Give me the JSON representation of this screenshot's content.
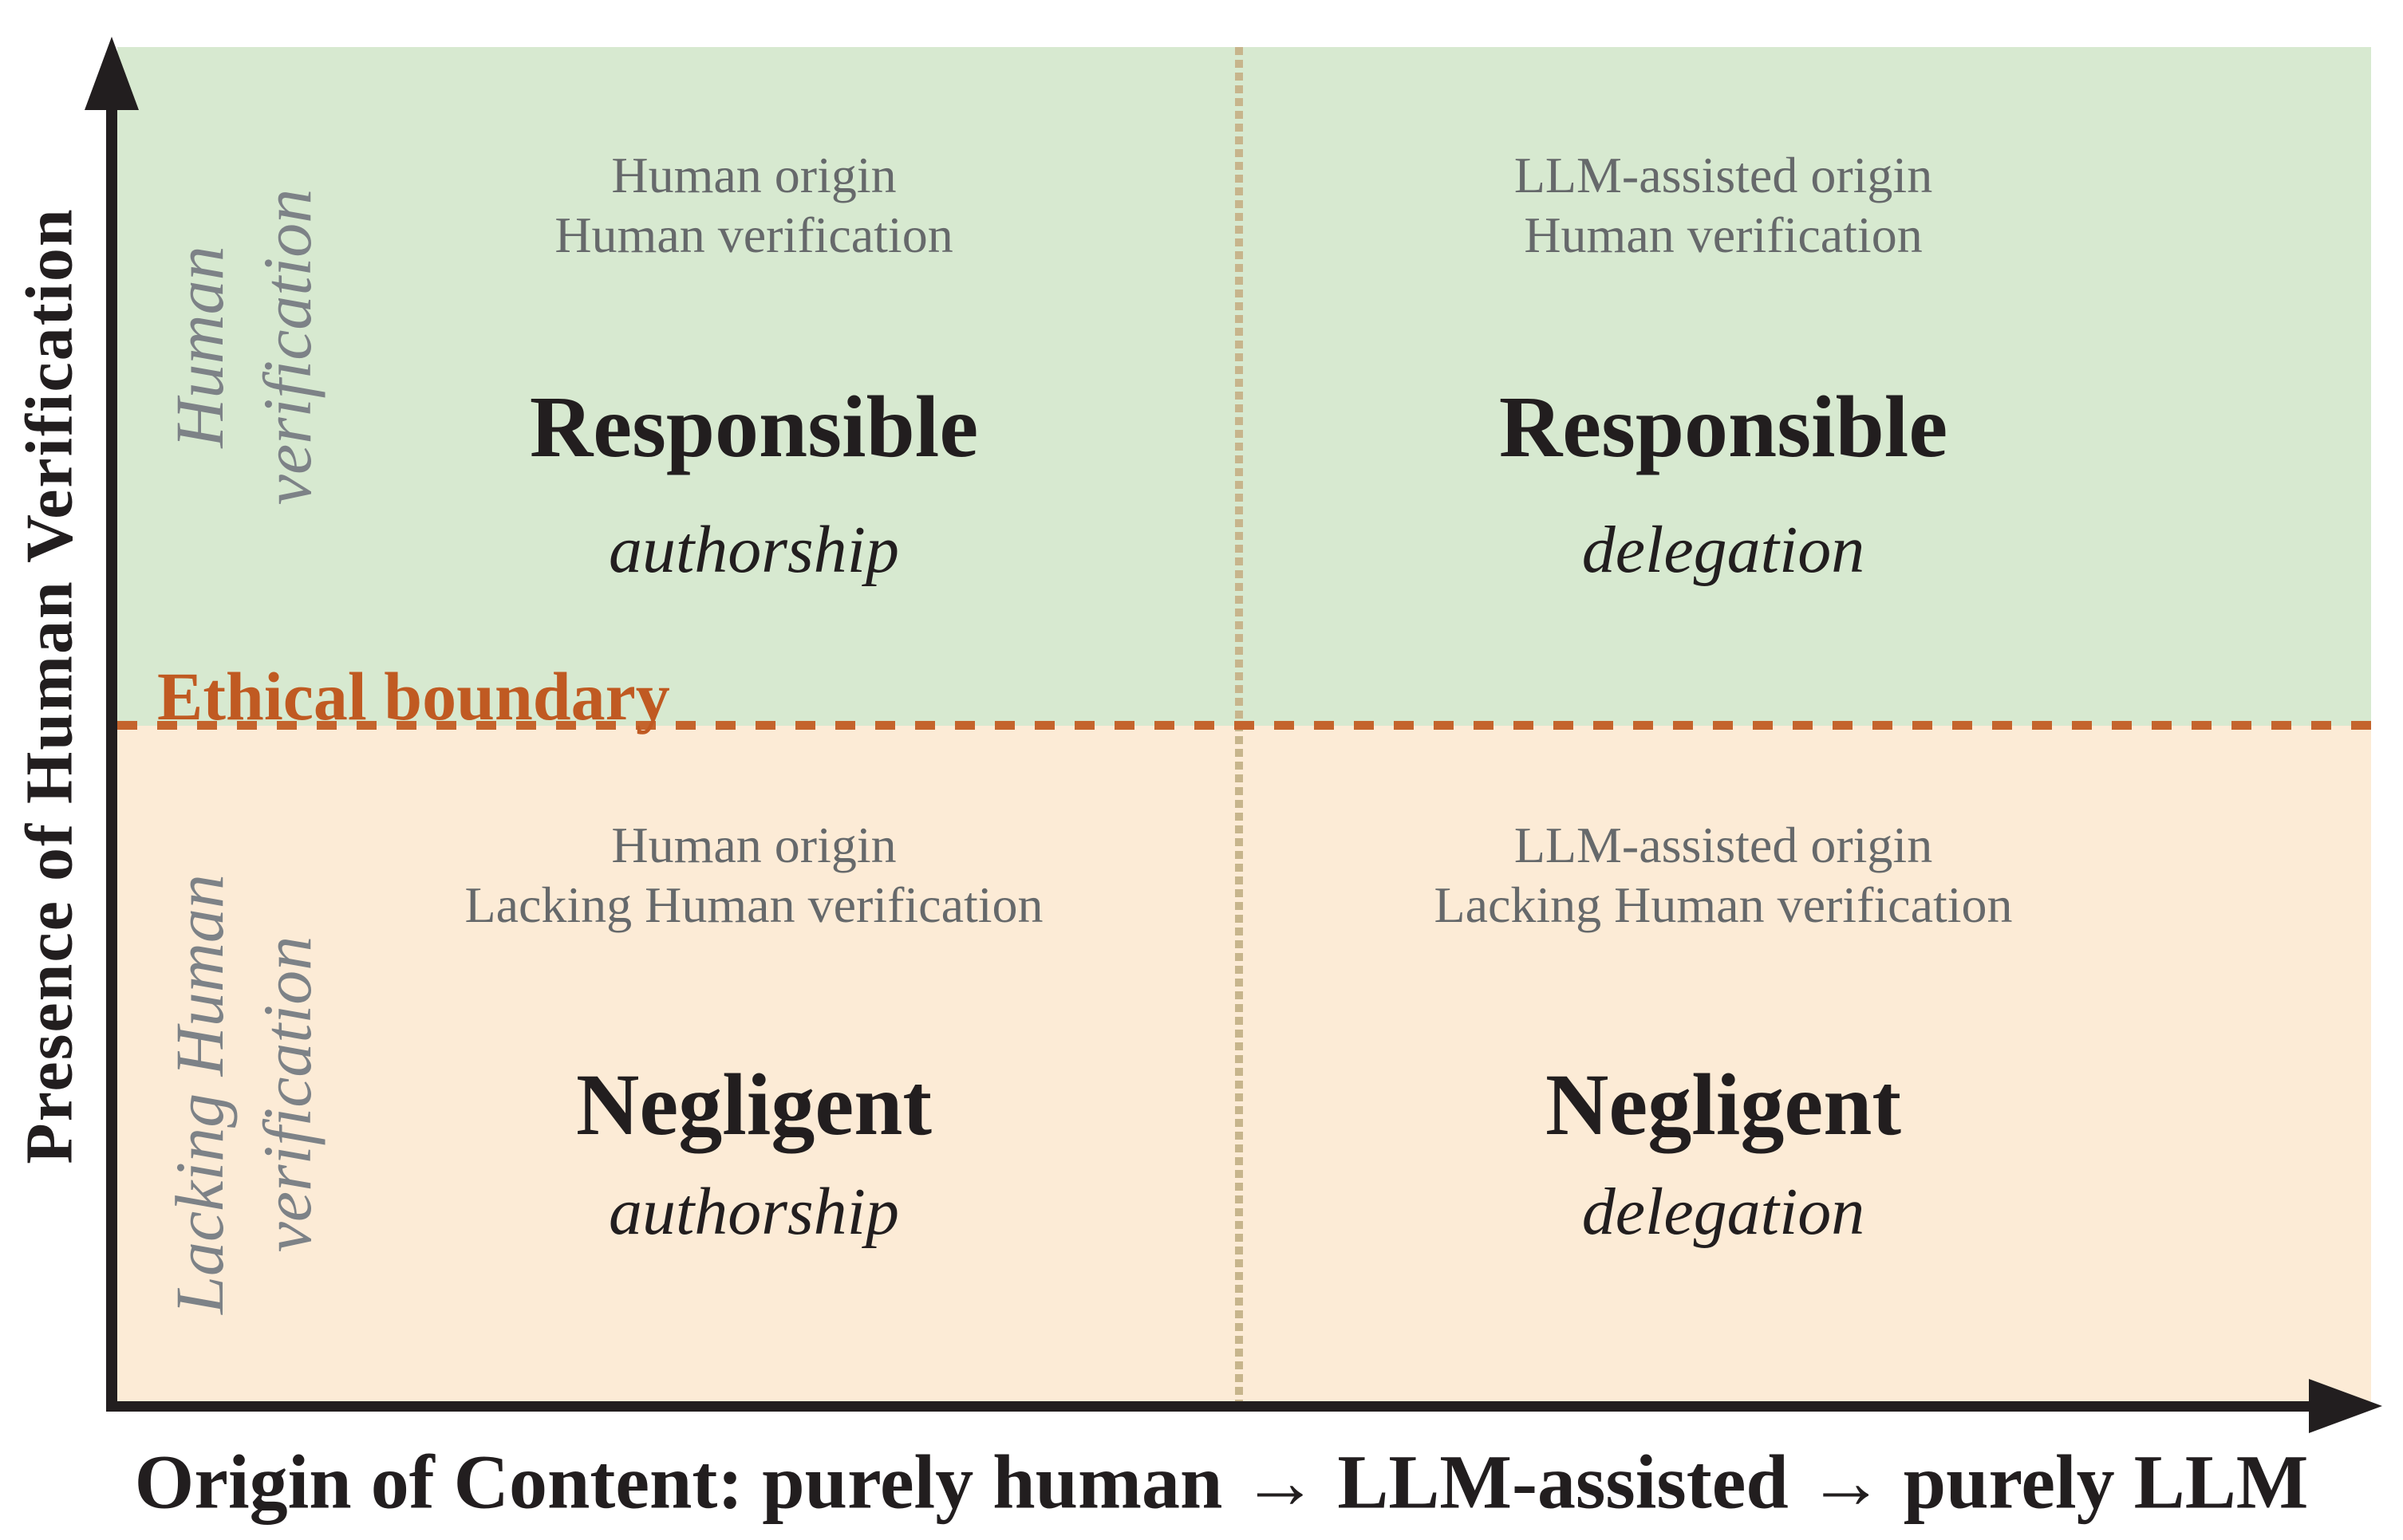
{
  "figure": {
    "y_axis_label": "Presence of Human Verification",
    "x_axis_label": "Origin of Content: purely human → LLM-assisted → purely LLM",
    "boundary_label": "Ethical boundary",
    "side_labels": {
      "top": "Human\nverification",
      "bottom": "Lacking Human\nverification"
    },
    "quadrants": [
      {
        "id": "top-left",
        "desc1": "Human origin",
        "desc2": "Human verification",
        "title": "Responsible",
        "subtitle": "authorship"
      },
      {
        "id": "top-right",
        "desc1": "LLM-assisted origin",
        "desc2": "Human verification",
        "title": "Responsible",
        "subtitle": "delegation"
      },
      {
        "id": "bottom-left",
        "desc1": "Human origin",
        "desc2": "Lacking Human verification",
        "title": "Negligent",
        "subtitle": "authorship"
      },
      {
        "id": "bottom-right",
        "desc1": "LLM-assisted origin",
        "desc2": "Lacking Human verification",
        "title": "Negligent",
        "subtitle": "delegation"
      }
    ],
    "colors": {
      "verified_region_green": "#d7e9d0",
      "unverified_region_peach": "#fcebd6",
      "ethical_boundary_orange": "#c4642d",
      "boundary_label_orange": "#c05a22",
      "divider_dots_tan": "#c7b58c",
      "axis_ink_black": "#221e1f",
      "descriptor_gray": "#66696b",
      "side_label_gray": "#7d8287"
    }
  }
}
